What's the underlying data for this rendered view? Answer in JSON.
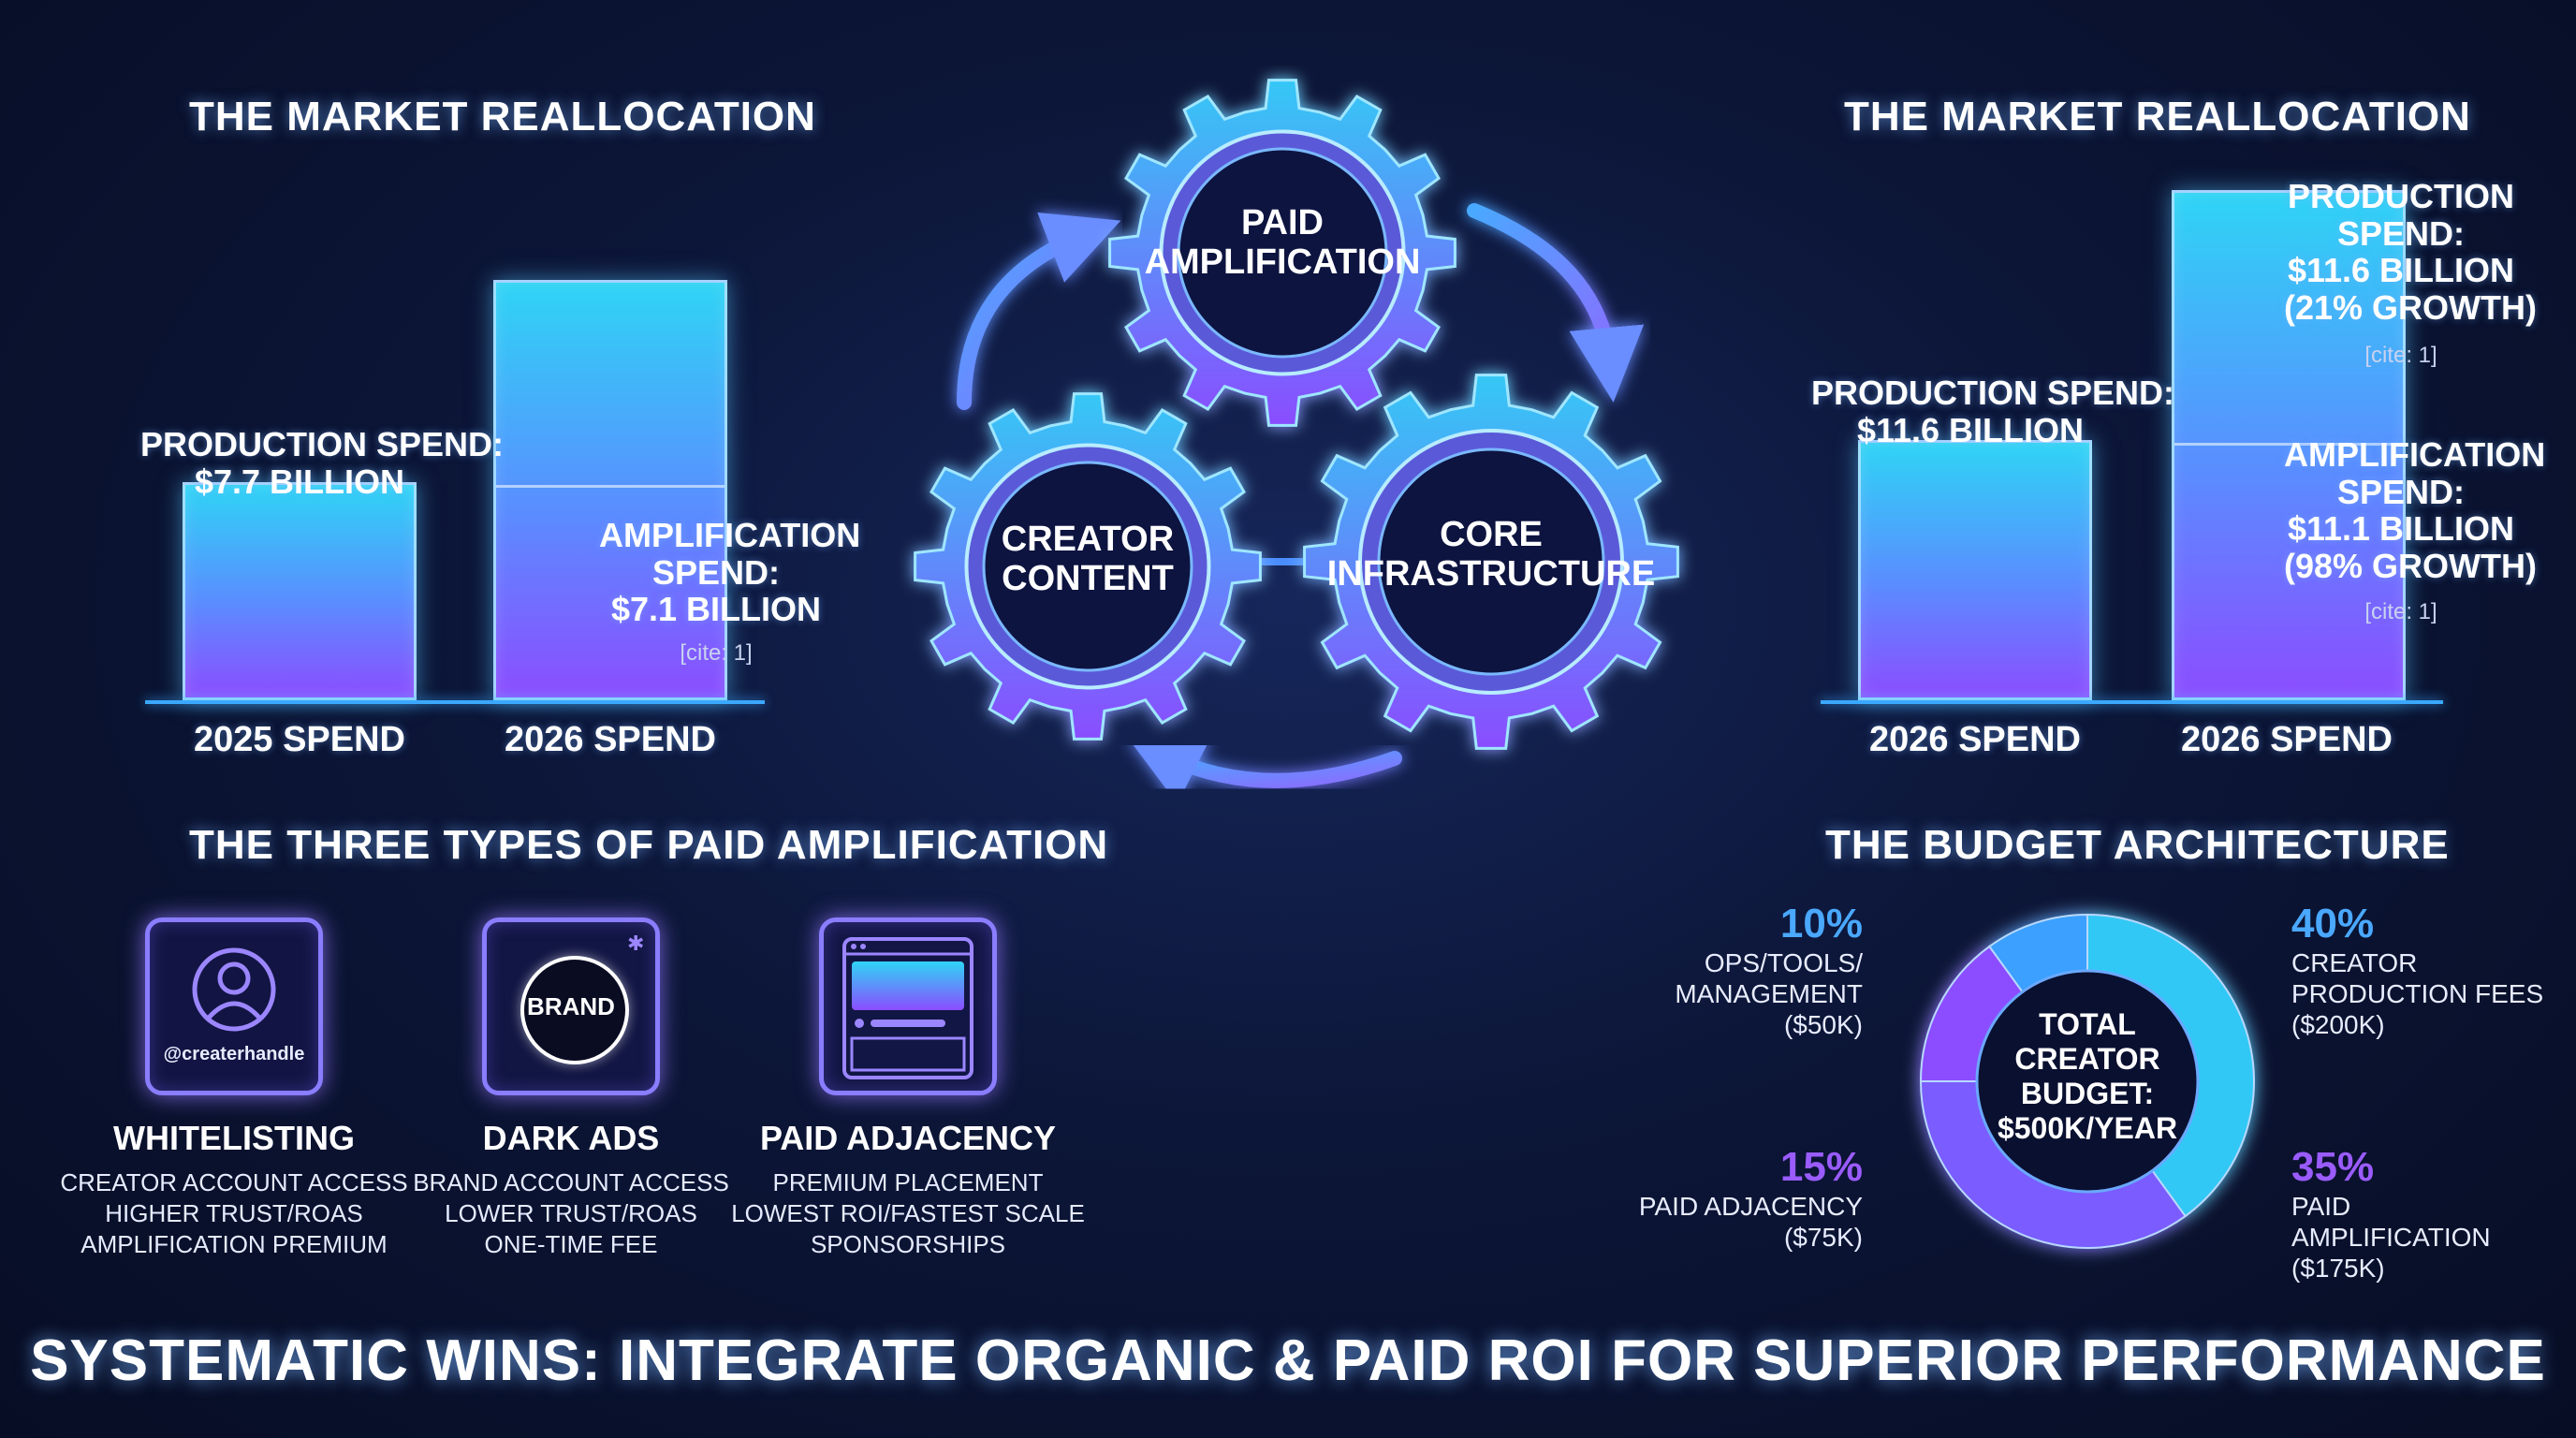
{
  "left_chart": {
    "heading": "THE MARKET REALLOCATION",
    "label_a": "PRODUCTION SPEND:",
    "label_a2": "$7.7 BILLION",
    "label_b": "AMPLIFICATION",
    "label_b2": "SPEND:",
    "label_b3": "$7.1 BILLION",
    "cite": "[cite: 1]"
  },
  "right_chart": {
    "heading": "THE MARKET REALLOCATION",
    "label_a": "PRODUCTION SPEND:",
    "label_a2": "$11.6 BILLION",
    "prod_1": "PRODUCTION",
    "prod_2": "SPEND:",
    "prod_3": "$11.6 BILLION",
    "prod_4": "(21% GROWTH)",
    "amp_1": "AMPLIFICATION",
    "amp_2": "SPEND:",
    "amp_3": "$11.1 BILLION",
    "amp_4": "(98% GROWTH)",
    "cite": "[cite: 1]"
  },
  "chart_data": [
    {
      "type": "bar",
      "categories": [
        "2025 SPEND",
        "2026 SPEND"
      ],
      "series": [
        {
          "name": "PRODUCTION SPEND",
          "values": [
            7.7,
            7.7
          ]
        },
        {
          "name": "AMPLIFICATION SPEND",
          "values": [
            0,
            7.1
          ]
        }
      ],
      "ylim": [
        0,
        16
      ]
    },
    {
      "type": "bar",
      "categories": [
        "2026 SPEND",
        "2026 SPEND"
      ],
      "series": [
        {
          "name": "PRODUCTION SPEND",
          "values": [
            11.6,
            11.6
          ]
        },
        {
          "name": "AMPLIFICATION SPEND",
          "values": [
            0,
            11.1
          ]
        }
      ],
      "ylim": [
        0,
        23
      ]
    },
    {
      "type": "pie",
      "title": "TOTAL CREATOR BUDGET: $500K/YEAR",
      "categories": [
        "CREATOR PRODUCTION FEES",
        "PAID AMPLIFICATION",
        "PAID ADJACENCY",
        "OPS/TOOLS/ MANAGEMENT"
      ],
      "values": [
        40,
        35,
        15,
        10
      ]
    }
  ],
  "gears": {
    "top_1": "PAID",
    "top_2": "AMPLIFICATION",
    "left_1": "CREATOR",
    "left_2": "CONTENT",
    "right_1": "CORE",
    "right_2": "INFRASTRUCTURE"
  },
  "types": {
    "heading": "THE THREE TYPES OF PAID AMPLIFICATION",
    "items": [
      {
        "title": "WHITELISTING",
        "icon_text": "@createrhandle",
        "icon": "user-profile-icon",
        "lines": [
          "CREATOR ACCOUNT ACCESS",
          "HIGHER TRUST/ROAS",
          "AMPLIFICATION PREMIUM"
        ]
      },
      {
        "title": "DARK ADS",
        "icon_text": "BRAND",
        "icon": "brand-badge-icon",
        "lines": [
          "BRAND ACCOUNT ACCESS",
          "LOWER TRUST/ROAS",
          "ONE-TIME FEE"
        ]
      },
      {
        "title": "PAID ADJACENCY",
        "icon": "web-page-icon",
        "lines": [
          "PREMIUM PLACEMENT",
          "LOWEST ROI/FASTEST SCALE",
          "SPONSORSHIPS"
        ]
      }
    ]
  },
  "budget": {
    "heading": "THE BUDGET ARCHITECTURE",
    "center_1": "TOTAL",
    "center_2": "CREATOR",
    "center_3": "BUDGET:",
    "center_4": "$500K/YEAR",
    "ops": {
      "pct": "10%",
      "l1": "OPS/TOOLS/",
      "l2": "MANAGEMENT",
      "l3": "($50K)"
    },
    "prod": {
      "pct": "40%",
      "l1": "CREATOR",
      "l2": "PRODUCTION FEES",
      "l3": "($200K)"
    },
    "adj": {
      "pct": "15%",
      "l1": "PAID ADJACENCY",
      "l2": "($75K)"
    },
    "amp": {
      "pct": "35%",
      "l1": "PAID",
      "l2": "AMPLIFICATION",
      "l3": "($175K)"
    }
  },
  "footer": "SYSTEMATIC WINS: INTEGRATE ORGANIC & PAID ROI FOR SUPERIOR PERFORMANCE",
  "colors": {
    "cyan": "#2fd4f5",
    "blue": "#3a8bff",
    "purple": "#8b4dff",
    "violet": "#a070ff"
  }
}
